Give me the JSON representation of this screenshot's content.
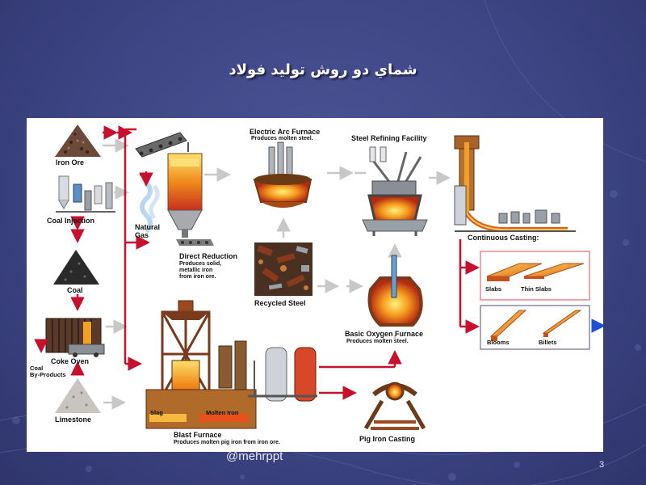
{
  "slide": {
    "title": "شماي دو روش توليد فولاد",
    "watermark": "@mehrppt",
    "page_number": "3"
  },
  "diagram": {
    "labels": {
      "iron_ore": "Iron Ore",
      "coal_injection": "Coal Injection",
      "natural_gas": "Natural\nGas",
      "coal": "Coal",
      "coke_oven": "Coke Oven",
      "coal_byproducts": "Coal\nBy-Products",
      "limestone": "Limestone",
      "direct_reduction": "Direct Reduction",
      "direct_reduction_sub": "Produces solid,\nmetallic iron\nfrom iron ore.",
      "electric_arc_furnace": "Electric Arc Furnace",
      "electric_arc_furnace_sub": "Produces molten steel.",
      "recycled_steel": "Recycled Steel",
      "steel_refining_facility": "Steel Refining Facility",
      "continuous_casting": "Continuous Casting:",
      "slabs": "Slabs",
      "thin_slabs": "Thin Slabs",
      "blooms": "Blooms",
      "billets": "Billets",
      "basic_oxygen_furnace": "Basic Oxygen Furnace",
      "basic_oxygen_furnace_sub": "Produces molten steel.",
      "blast_furnace": "Blast Furnace",
      "blast_furnace_sub": "Produces molten pig iron from iron ore.",
      "slag": "Slag",
      "molten_iron": "Molten Iron",
      "pig_iron_casting": "Pig Iron Casting"
    },
    "colors": {
      "arrow": "#c8102e",
      "molten": "#f08a1c",
      "hot": "#e8402a",
      "structure": "#7a3a1e",
      "steel_gray": "#9aa0a8",
      "blue_arrow": "#1f4fd8"
    }
  }
}
